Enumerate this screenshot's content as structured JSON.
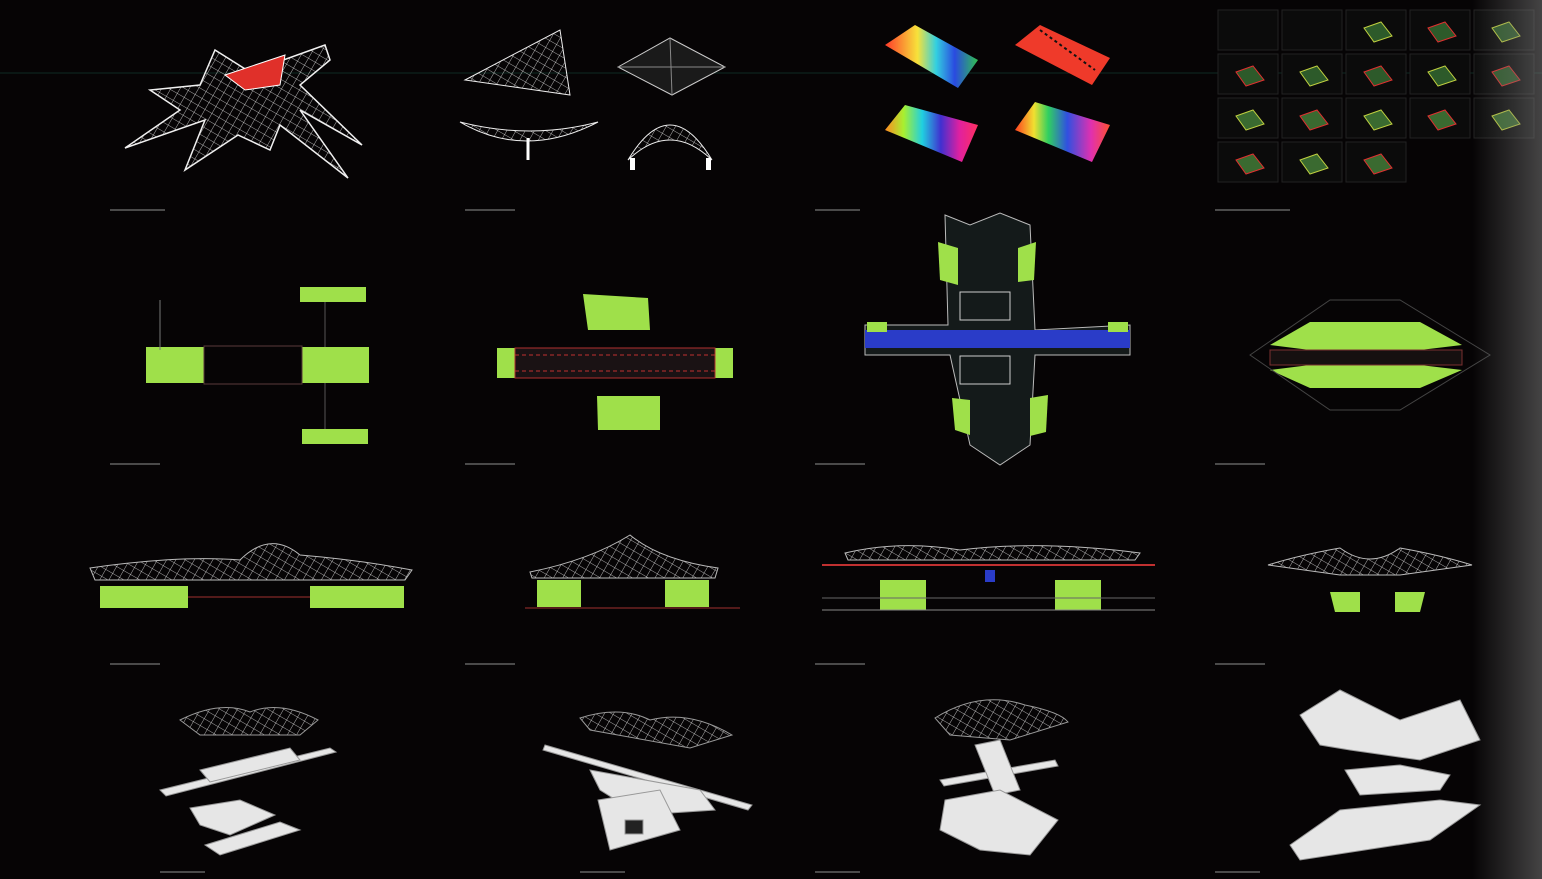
{
  "colors": {
    "background": "#060405",
    "highlight_green": "#9fe04a",
    "wire_white": "#e8e8e8",
    "red_accent": "#e8322a",
    "circulation_blue": "#2a3cc8",
    "caption_gray": "#5a5a5a"
  },
  "panels": {
    "row1": [
      "roof-canopy-wireframe",
      "tensile-forms",
      "analysis-colormaps",
      "form-iteration-grid"
    ],
    "row2": [
      "plan-1",
      "plan-2",
      "plan-3",
      "plan-4"
    ],
    "row3": [
      "section-1",
      "section-2",
      "section-3",
      "section-4"
    ],
    "row4": [
      "exploded-axo-1",
      "exploded-axo-2",
      "exploded-axo-3",
      "exploded-axo-4"
    ]
  }
}
